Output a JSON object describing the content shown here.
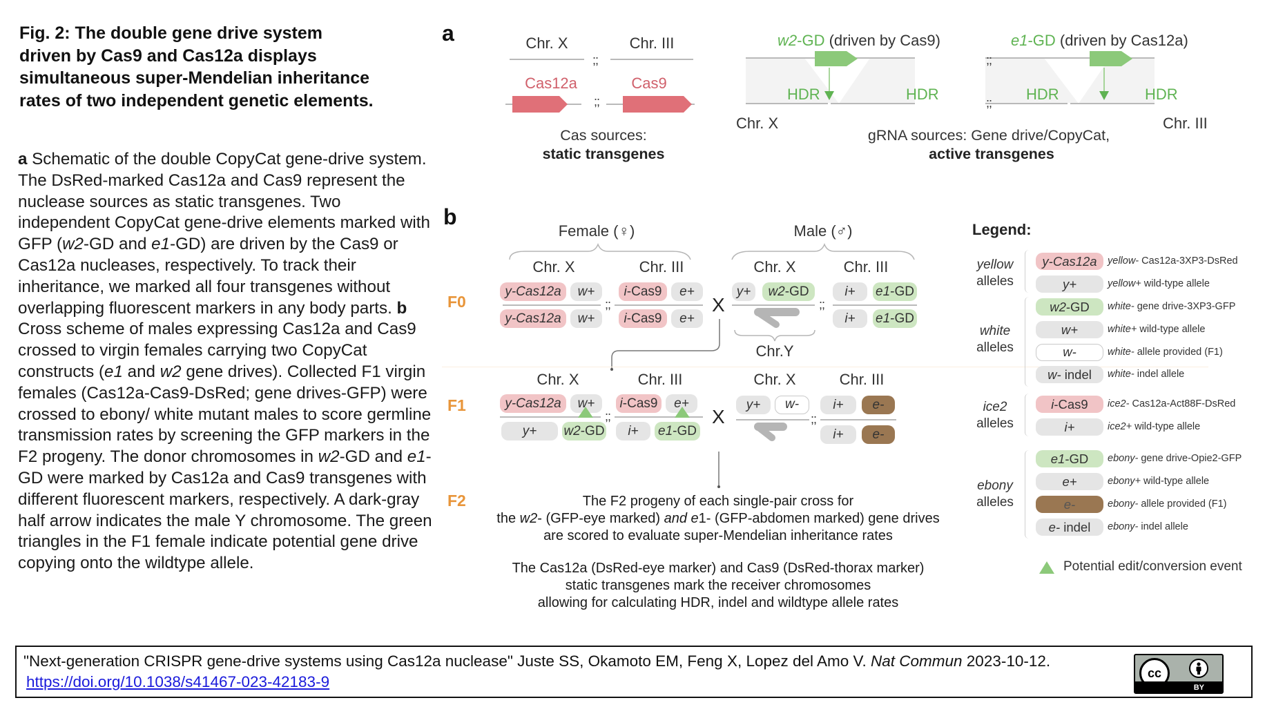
{
  "figure": {
    "title": "Fig. 2: The double gene drive system driven by Cas9 and Cas12a displays simultaneous super-Mendelian inheritance rates of two independent genetic elements.",
    "caption_parts": {
      "a_label": "a",
      "a_text_1": " Schematic of the double CopyCat gene-drive system. The DsRed-marked Cas12a and Cas9 represent the nuclease sources as static transgenes. Two independent CopyCat gene-drive elements marked with GFP (",
      "a_w2": "w2",
      "a_text_2": "-GD and ",
      "a_e1": "e1",
      "a_text_3": "-GD) are driven by the Cas9 or Cas12a nucleases, respectively. To track their inheritance, we marked all four transgenes without overlapping fluorescent markers in any body parts. ",
      "b_label": "b",
      "b_text_1": " Cross scheme of males expressing Cas12a and Cas9 crossed to virgin females carrying two CopyCat constructs (",
      "b_e1": "e1",
      "b_text_2": " and ",
      "b_w2": "w2",
      "b_text_3": " gene drives). Collected F1 virgin females (Cas12a-Cas9-DsRed; gene drives-GFP) were crossed to ebony/ white mutant males to score germline transmission rates by screening the GFP markers in the F2 progeny. The donor chromosomes in ",
      "b_w2b": "w2",
      "b_text_4": "-GD and ",
      "b_e1b": "e1",
      "b_text_5": "-GD were marked by Cas12a and Cas9 transgenes with different fluorescent markers, respectively. A dark-gray half arrow indicates the male Y chromosome. The green triangles in the F1 female indicate potential gene drive copying onto the wildtype allele."
    }
  },
  "panel_a": {
    "letter": "a",
    "cas": {
      "chr_x": "Chr. X",
      "chr_iii": "Chr. III",
      "cas12a": "Cas12a",
      "cas9": "Cas9",
      "sep": ";;",
      "label_line1": "Cas sources:",
      "label_line2": "static transgenes"
    },
    "gd": {
      "w2_name": "w2",
      "w2_suffix": "-GD",
      "w2_driver": " (driven by Cas9)",
      "e1_name": "e1",
      "e1_suffix": "-GD",
      "e1_driver": " (driven by Cas12a)",
      "hdr": "HDR",
      "chr_x": "Chr. X",
      "chr_iii": "Chr. III",
      "sep": ";;",
      "label_line1": "gRNA sources: Gene drive/CopyCat,",
      "label_line2": "active transgenes"
    }
  },
  "panel_b": {
    "letter": "b",
    "female": "Female (♀)",
    "male": "Male (♂)",
    "chr_x": "Chr. X",
    "chr_iii": "Chr. III",
    "chr_y": "Chr.Y",
    "cross": "X",
    "sep": ";;",
    "generations": {
      "f0": "F0",
      "f1": "F1",
      "f2": "F2"
    },
    "alleles": {
      "y_cas12a_pre": "y-",
      "y_cas12a_post": "Cas12a",
      "w_plus": "w+",
      "i_cas9_pre": "i",
      "i_cas9_post": "-Cas9",
      "e_plus": "e+",
      "y_plus": "y+",
      "w2gd_pre": "w2",
      "w2gd_post": "-GD",
      "i_plus": "i+",
      "e1gd_pre": "e1",
      "e1gd_post": "-GD",
      "w_minus": "w-",
      "e_minus": "e-"
    },
    "f2_text": {
      "line1": "The F2 progeny of each single-pair cross for",
      "line2_a": "the ",
      "line2_w2": "w2",
      "line2_b": "- (GFP-eye marked) ",
      "line2_and": "and",
      "line2_c": " ",
      "line2_e1": "e",
      "line2_d": "1- (GFP-abdomen marked) gene drives",
      "line3": "are scored to evaluate super-Mendelian inheritance rates",
      "line4": "The Cas12a (DsRed-eye marker) and Cas9 (DsRed-thorax marker)",
      "line5": "static transgenes mark the receiver chromosomes",
      "line6": "allowing for calculating HDR, indel and wildtype allele rates"
    }
  },
  "legend": {
    "title": "Legend:",
    "groups": [
      {
        "name": "yellow",
        "suffix": "alleles"
      },
      {
        "name": "white",
        "suffix": "alleles"
      },
      {
        "name": "ice2",
        "suffix": "alleles"
      },
      {
        "name": "ebony",
        "suffix": "alleles"
      }
    ],
    "items": [
      {
        "pill_pre": "y-",
        "pill_post": "Cas12a",
        "desc_i": "yellow-",
        "desc": " Cas12a-3XP3-DsRed",
        "style": "red"
      },
      {
        "pill_pre": "y+",
        "pill_post": "",
        "desc_i": "yellow+",
        "desc": " wild-type allele",
        "style": "gray"
      },
      {
        "pill_pre": "w2",
        "pill_post": "-GD",
        "desc_i": "white-",
        "desc": " gene drive-3XP3-GFP",
        "style": "green"
      },
      {
        "pill_pre": "w+",
        "pill_post": "",
        "desc_i": "white+",
        "desc": " wild-type allele",
        "style": "gray"
      },
      {
        "pill_pre": "w-",
        "pill_post": "",
        "desc_i": "white-",
        "desc": " allele provided (F1)",
        "style": "outline"
      },
      {
        "pill_pre": "w-",
        "pill_post": " indel",
        "desc_i": "white-",
        "desc": " indel allele",
        "style": "gray"
      },
      {
        "pill_pre": "i",
        "pill_post": "-Cas9",
        "desc_i": "ice2-",
        "desc": " Cas12a-Act88F-DsRed",
        "style": "red"
      },
      {
        "pill_pre": "i+",
        "pill_post": "",
        "desc_i": "ice2+",
        "desc": " wild-type allele",
        "style": "gray"
      },
      {
        "pill_pre": "e1",
        "pill_post": "-GD",
        "desc_i": "ebony-",
        "desc": " gene drive-Opie2-GFP",
        "style": "green"
      },
      {
        "pill_pre": "e+",
        "pill_post": "",
        "desc_i": "ebony+",
        "desc": " wild-type allele",
        "style": "gray"
      },
      {
        "pill_pre": "e-",
        "pill_post": "",
        "desc_i": "ebony-",
        "desc": " allele provided (F1)",
        "style": "brown"
      },
      {
        "pill_pre": "e-",
        "pill_post": " indel",
        "desc_i": "ebony-",
        "desc": " indel allele",
        "style": "gray"
      }
    ],
    "triangle_label": "Potential edit/conversion event"
  },
  "citation": {
    "text_1": "\"Next-generation CRISPR gene-drive systems using Cas12a nuclease\" Juste SS,  Okamoto EM, Feng X,  Lopez del Amo V. ",
    "journal": "Nat Commun",
    "text_2": " 2023-10-12.",
    "link": "https://doi.org/10.1038/s41467-023-42183-9",
    "license_cc": "cc",
    "license_by": "BY"
  },
  "colors": {
    "cas_red": "#e07078",
    "gd_green": "#8cc97a",
    "pill_red": "#f1c4c6",
    "pill_green": "#cde6c1",
    "pill_gray": "#e5e5e5",
    "pill_brown": "#9a7752",
    "generation_orange": "#e8953a",
    "link_blue": "#1a1adb"
  }
}
